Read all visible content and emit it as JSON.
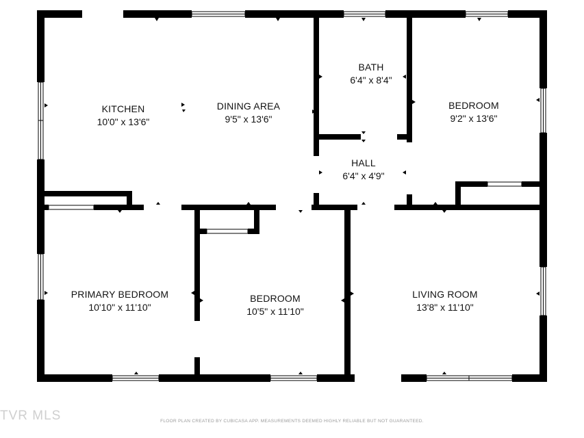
{
  "rooms": [
    {
      "id": "kitchen",
      "name": "KITCHEN",
      "dims": "10'0\" x 13'6\""
    },
    {
      "id": "dining-area",
      "name": "DINING AREA",
      "dims": "9'5\" x 13'6\""
    },
    {
      "id": "bath",
      "name": "BATH",
      "dims": "6'4\" x 8'4\""
    },
    {
      "id": "bedroom-ne",
      "name": "BEDROOM",
      "dims": "9'2\" x 13'6\""
    },
    {
      "id": "hall",
      "name": "HALL",
      "dims": "6'4\" x 4'9\""
    },
    {
      "id": "primary-bedroom",
      "name": "PRIMARY BEDROOM",
      "dims": "10'10\" x 11'10\""
    },
    {
      "id": "bedroom-s",
      "name": "BEDROOM",
      "dims": "10'5\" x 11'10\""
    },
    {
      "id": "living-room",
      "name": "LIVING ROOM",
      "dims": "13'8\" x 11'10\""
    }
  ],
  "footer": {
    "note": "FLOOR PLAN CREATED BY CUBICASA APP. MEASUREMENTS DEEMED HIGHLY RELIABLE BUT NOT GUARANTEED."
  },
  "watermark": {
    "text": "TVR MLS"
  },
  "colors": {
    "wall": "#000000",
    "window": "#ffffff",
    "background": "#ffffff",
    "label": "#111111"
  }
}
